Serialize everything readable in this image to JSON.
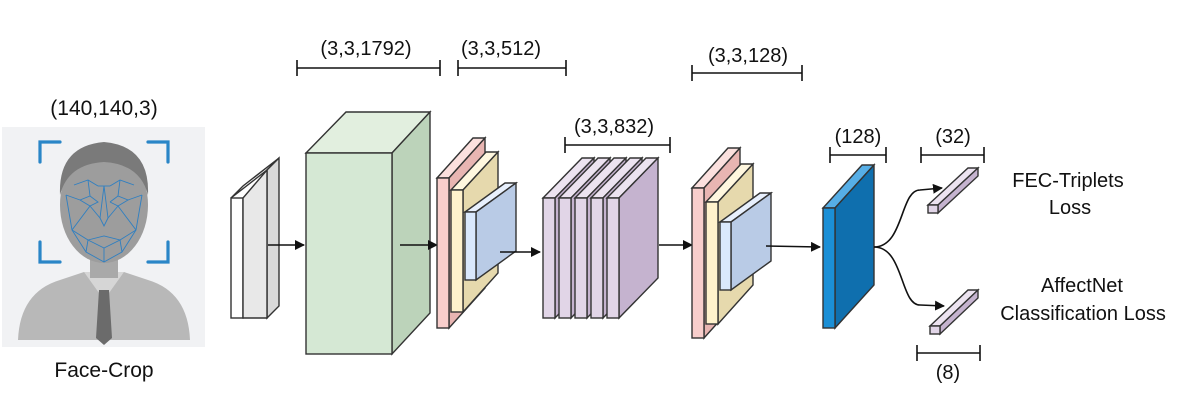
{
  "input": {
    "shape_label": "(140,140,3)",
    "caption": "Face-Crop",
    "icon": "face-landmark-icon"
  },
  "blocks": {
    "b1_dim": "(3,3,1792)",
    "b2_dim": "(3,3,512)",
    "b3_dim": "(3,3,832)",
    "b4_dim": "(3,3,128)",
    "emb_dim": "(128)",
    "fec_dim": "(32)",
    "aff_dim": "(8)"
  },
  "heads": {
    "fec_loss_line1": "FEC-Triplets",
    "fec_loss_line2": "Loss",
    "aff_loss_line1": "AffectNet",
    "aff_loss_line2": "Classification Loss"
  },
  "colors": {
    "input_slab": "#e6e6e6",
    "big_block": "#d5e8d4",
    "pink": "#f8cecc",
    "yellow": "#fff2cc",
    "blue_light": "#dae8fc",
    "purple": "#e1d5e7",
    "embedding": "#1b8fd6"
  }
}
